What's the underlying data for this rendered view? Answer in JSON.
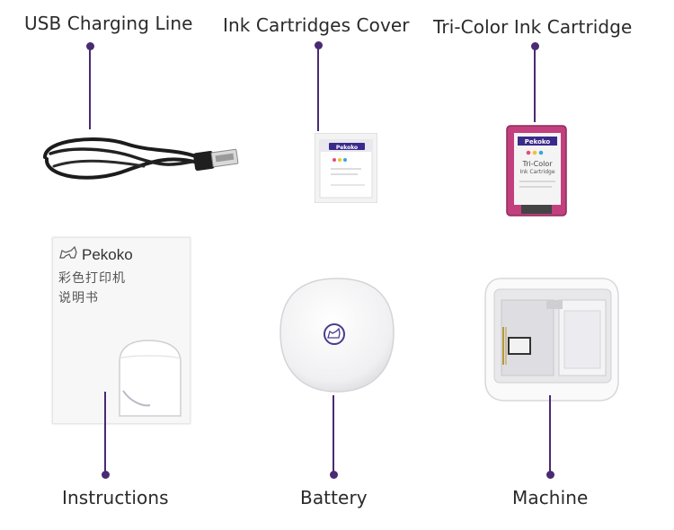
{
  "labels": {
    "usb_charging_line": "USB Charging Line",
    "ink_cartridges_cover": "Ink Cartridges Cover",
    "tri_color_ink_cartridge": "Tri-Color Ink Cartridge",
    "instructions": "Instructions",
    "battery": "Battery",
    "machine": "Machine"
  },
  "brand": "Pekoko",
  "manual": {
    "brand": "Pekoko",
    "title_cn": "彩色打印机",
    "subtitle_cn": "说明书"
  },
  "cartridge_label": {
    "brand": "Pekoko",
    "line1": "Tri-Color",
    "line2": "Ink Cartridge"
  },
  "colors": {
    "connector": "#4a2a72",
    "brand_purple": "#3a2a8a",
    "cartridge_magenta": "#c2407e"
  },
  "icons": [
    "usb-cable",
    "ink-cartridges-cover",
    "tri-color-ink-cartridge",
    "instruction-manual",
    "battery",
    "printer-machine"
  ]
}
